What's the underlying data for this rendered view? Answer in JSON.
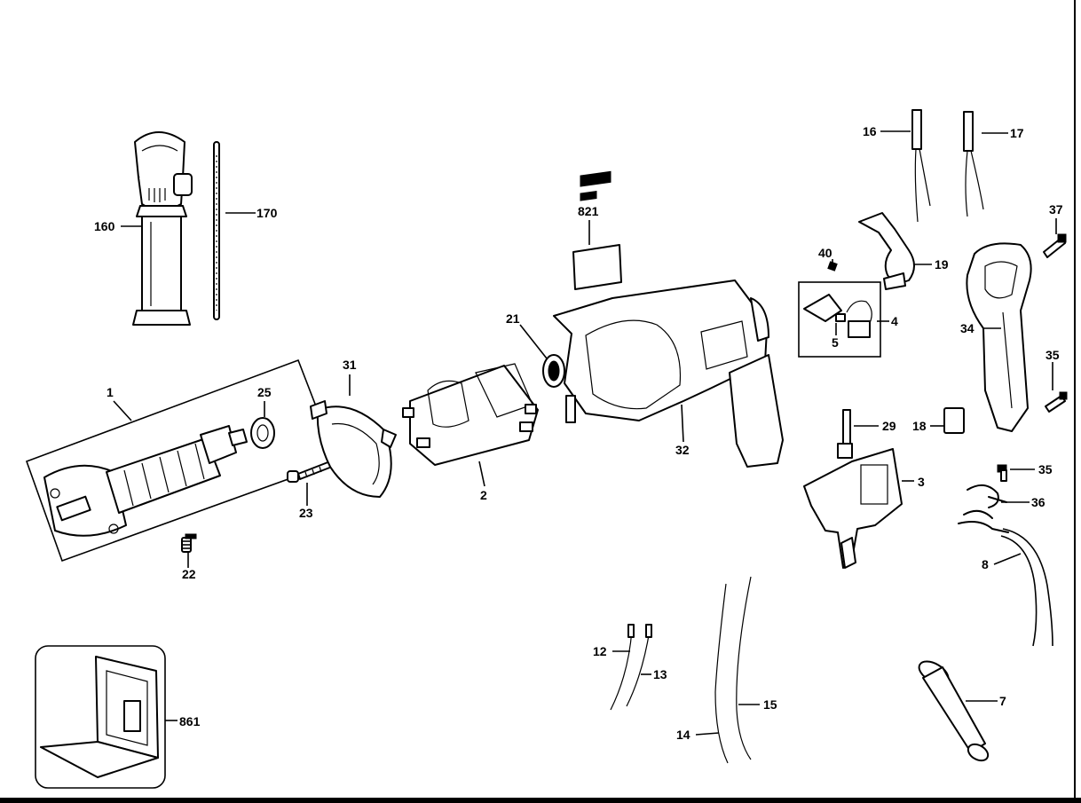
{
  "parts": [
    {
      "id": "p1",
      "label": "1"
    },
    {
      "id": "p2",
      "label": "2"
    },
    {
      "id": "p3",
      "label": "3"
    },
    {
      "id": "p4",
      "label": "4"
    },
    {
      "id": "p5",
      "label": "5"
    },
    {
      "id": "p7",
      "label": "7"
    },
    {
      "id": "p8",
      "label": "8"
    },
    {
      "id": "p12",
      "label": "12"
    },
    {
      "id": "p13",
      "label": "13"
    },
    {
      "id": "p14",
      "label": "14"
    },
    {
      "id": "p15",
      "label": "15"
    },
    {
      "id": "p16",
      "label": "16"
    },
    {
      "id": "p17",
      "label": "17"
    },
    {
      "id": "p18",
      "label": "18"
    },
    {
      "id": "p19",
      "label": "19"
    },
    {
      "id": "p21",
      "label": "21"
    },
    {
      "id": "p22",
      "label": "22"
    },
    {
      "id": "p23",
      "label": "23"
    },
    {
      "id": "p25",
      "label": "25"
    },
    {
      "id": "p29",
      "label": "29"
    },
    {
      "id": "p31",
      "label": "31"
    },
    {
      "id": "p32",
      "label": "32"
    },
    {
      "id": "p34",
      "label": "34"
    },
    {
      "id": "p35a",
      "label": "35"
    },
    {
      "id": "p35b",
      "label": "35"
    },
    {
      "id": "p36",
      "label": "36"
    },
    {
      "id": "p37",
      "label": "37"
    },
    {
      "id": "p40",
      "label": "40"
    },
    {
      "id": "p160",
      "label": "160"
    },
    {
      "id": "p170",
      "label": "170"
    },
    {
      "id": "p821",
      "label": "821"
    },
    {
      "id": "p861",
      "label": "861"
    }
  ]
}
